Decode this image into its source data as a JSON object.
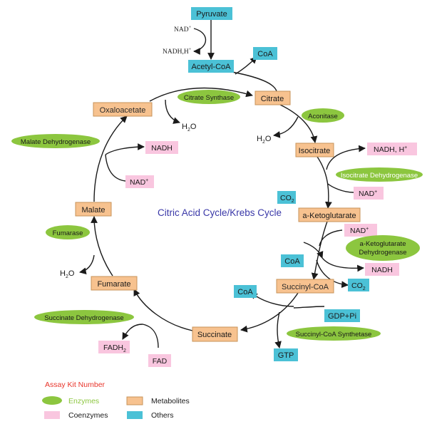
{
  "title": "Citric Acid Cycle/Krebs Cycle",
  "colors": {
    "metabolite": "#f7c28f",
    "metabolite_border": "#c7935a",
    "other": "#4bc1d6",
    "coenzyme": "#f9c6df",
    "enzyme": "#8cc63f",
    "title": "#3a38a8",
    "legend_heading": "#e8342a",
    "arrow": "#1a1a1a"
  },
  "metabolites": {
    "oxaloacetate": "Oxaloacetate",
    "citrate": "Citrate",
    "isocitrate": "Isocitrate",
    "a_ketoglutarate": "a-Ketoglutarate",
    "succinyl_coa": "Succinyl-CoA",
    "succinate": "Succinate",
    "fumarate": "Fumarate",
    "malate": "Malate"
  },
  "others": {
    "pyruvate": "Pyruvate",
    "acetyl_coa": "Acetyl-CoA",
    "coa_top": "CoA",
    "co2_isocitrate": "CO",
    "co2_isocitrate_sub": "2",
    "coa_mid": "CoA",
    "co2_kg": "CO",
    "co2_kg_sub": "2",
    "coa_succinyl": "CoA",
    "gdp_pi": "GDP+Pi",
    "gtp": "GTP"
  },
  "coenzymes": {
    "nadh_h_iso": "NADH, H",
    "nadh_h_iso_sup": "+",
    "nad_iso": "NAD",
    "nad_iso_sup": "+",
    "nad_kg": "NAD",
    "nad_kg_sup": "+",
    "nadh_kg": "NADH",
    "nadh_malate": "NADH",
    "nad_malate": "NAD",
    "nad_malate_sup": "+",
    "fadh2": "FADH",
    "fadh2_sub": "2",
    "fad": "FAD"
  },
  "enzymes": {
    "citrate_synthase": "Citrate Synthase",
    "aconitase": "Aconitase",
    "isocitrate_dh": "Isocitrate Dehydrogenase",
    "a_kg_dh_line1": "a-Ketoglutarate",
    "a_kg_dh_line2": "Dehydrogenase",
    "succinyl_coa_synthetase": "Succinyl-CoA Synthetase",
    "succinate_dh": "Succinate Dehydrogenase",
    "fumarase": "Fumarase",
    "malate_dh": "Malate Dehydrogenase"
  },
  "free_labels": {
    "nad_pyruvate": "NAD",
    "nad_pyruvate_sup": "+",
    "nadh_pyruvate": "NADH,H",
    "nadh_pyruvate_sup": "+",
    "h2o_oxalo": "H",
    "h2o_oxalo_sub": "2",
    "h2o_oxalo_end": "O",
    "h2o_aconitase": "H",
    "h2o_aconitase_sub": "2",
    "h2o_aconitase_end": "O",
    "h2o_fumarase": "H",
    "h2o_fumarase_sub": "2",
    "h2o_fumarase_end": "O"
  },
  "legend": {
    "heading": "Assay Kit Number",
    "enzymes": "Enzymes",
    "coenzymes": "Coenzymes",
    "metabolites": "Metabolites",
    "others": "Others"
  }
}
